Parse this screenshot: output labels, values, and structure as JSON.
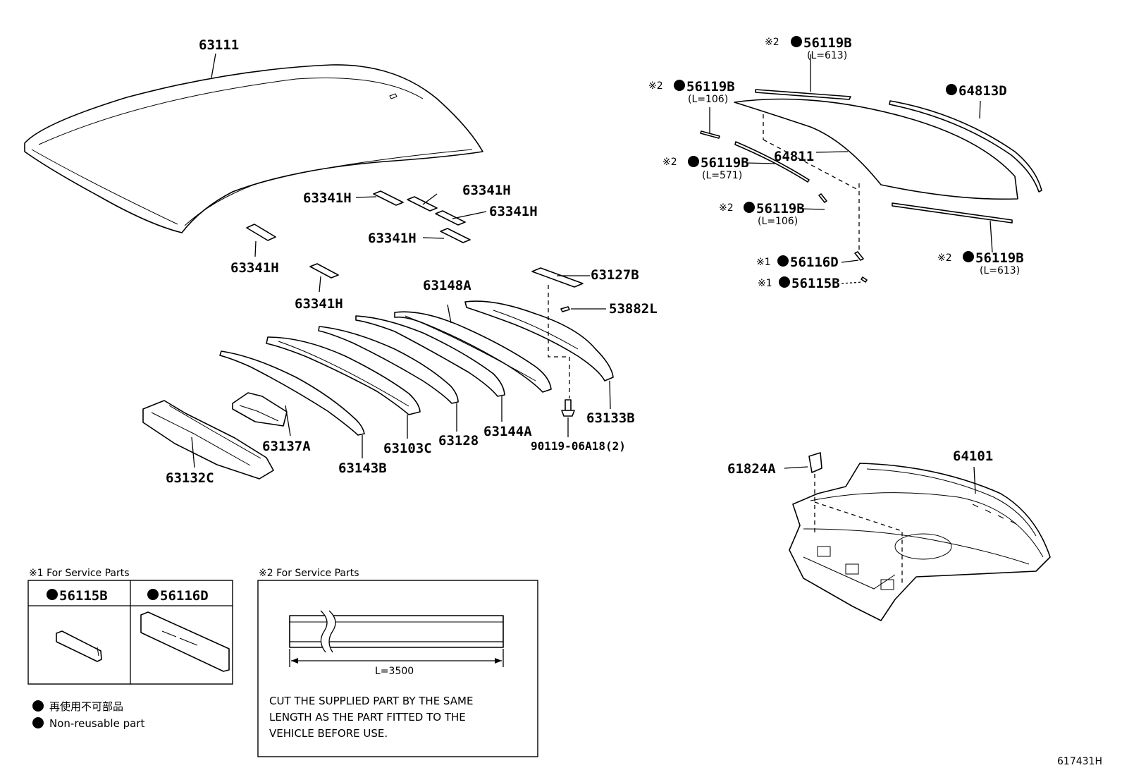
{
  "labels": {
    "p63111": "63111",
    "p63341H_a": "63341H",
    "p63341H_b": "63341H",
    "p63341H_c": "63341H",
    "p63341H_d": "63341H",
    "p63341H_e": "63341H",
    "p63341H_f": "63341H",
    "p63127B": "63127B",
    "p63148A": "63148A",
    "p53882L": "53882L",
    "p63133B": "63133B",
    "p90119": "90119-06A18(2)",
    "p63144A": "63144A",
    "p63128": "63128",
    "p63103C": "63103C",
    "p63137A": "63137A",
    "p63143B": "63143B",
    "p63132C": "63132C",
    "p64811": "64811",
    "p64813D": "64813D",
    "p61824A": "61824A",
    "p64101": "64101",
    "p56116D": "56116D",
    "p56115B": "56115B"
  },
  "callouts": {
    "c1": {
      "mark": "※2",
      "part": "56119B",
      "length": "(L=613)"
    },
    "c2": {
      "mark": "※2",
      "part": "56119B",
      "length": "(L=106)"
    },
    "c3": {
      "mark": "※2",
      "part": "56119B",
      "length": "(L=571)"
    },
    "c4": {
      "mark": "※2",
      "part": "56119B",
      "length": "(L=106)"
    },
    "c5": {
      "mark": "※2",
      "part": "56119B",
      "length": "(L=613)"
    },
    "c6": {
      "mark": "※1"
    },
    "c7": {
      "mark": "※1"
    }
  },
  "service1": {
    "title": "※1 For Service Parts",
    "col1": "56115B",
    "col2": "56116D"
  },
  "service2": {
    "title": "※2 For Service Parts",
    "dim": "L=3500",
    "note_line1": "CUT THE SUPPLIED PART BY THE SAME",
    "note_line2": "LENGTH AS THE PART FITTED TO THE",
    "note_line3": "VEHICLE BEFORE USE."
  },
  "legend": {
    "line1": "再使用不可部品",
    "line2": "Non-reusable part"
  },
  "illustration_id": "617431H"
}
